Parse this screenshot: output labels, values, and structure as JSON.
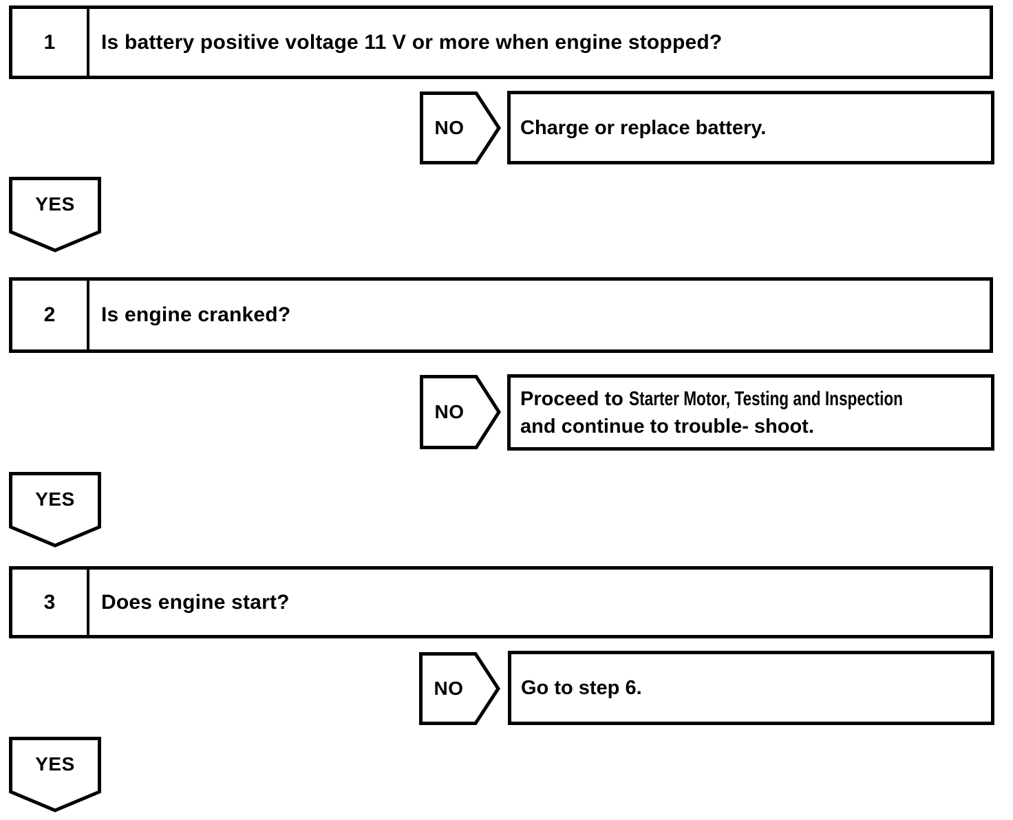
{
  "connector_labels": {
    "no": "NO",
    "yes": "YES"
  },
  "steps": [
    {
      "number": "1",
      "question": "Is battery positive voltage 11 V or more when engine stopped?",
      "result": {
        "text": "Charge or replace battery."
      }
    },
    {
      "number": "2",
      "question": "Is engine cranked?",
      "result": {
        "prefix": "Proceed to ",
        "reference": "Starter Motor, Testing and Inspection",
        "line2": "and continue to trouble- shoot."
      }
    },
    {
      "number": "3",
      "question": "Does engine start?",
      "result": {
        "text": "Go to step 6."
      }
    }
  ],
  "colors": {
    "line": "#000000",
    "background": "#ffffff"
  }
}
